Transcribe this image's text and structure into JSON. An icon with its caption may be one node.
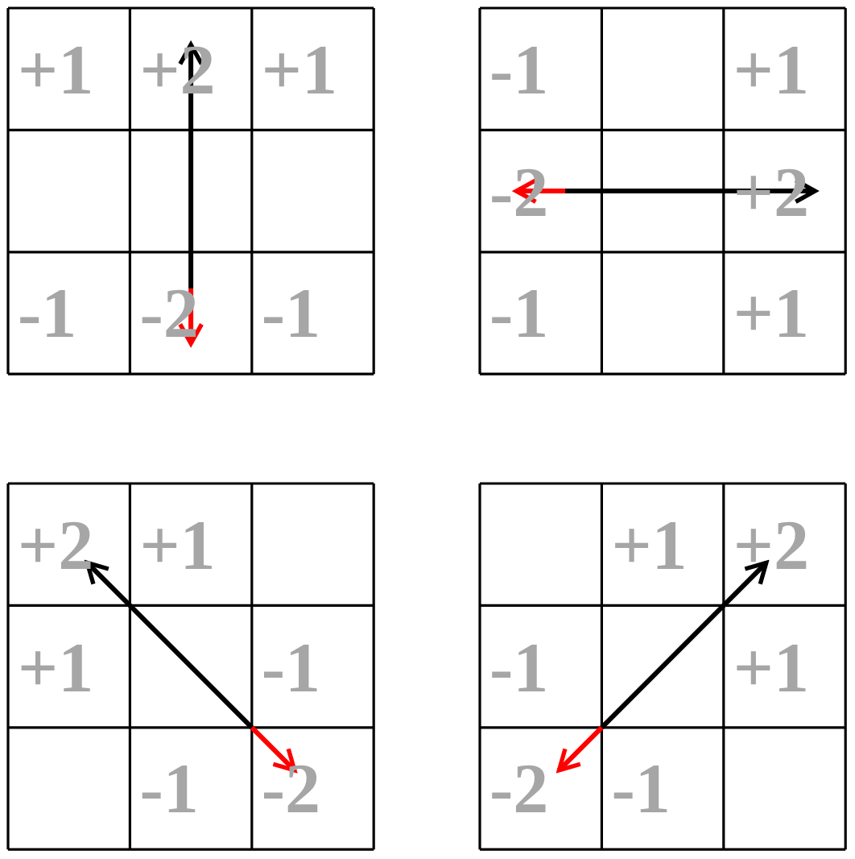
{
  "diagram": {
    "labels": [
      "+1",
      "+2",
      "+1",
      "-1",
      "-2",
      "-1",
      "-1",
      "+1",
      "-2",
      "+2",
      "-1",
      "+1",
      "+2",
      "+1",
      "+1",
      "-1",
      "-1",
      "-2",
      "+1",
      "+2",
      "-1",
      "+1",
      "-2",
      "-1"
    ]
  }
}
